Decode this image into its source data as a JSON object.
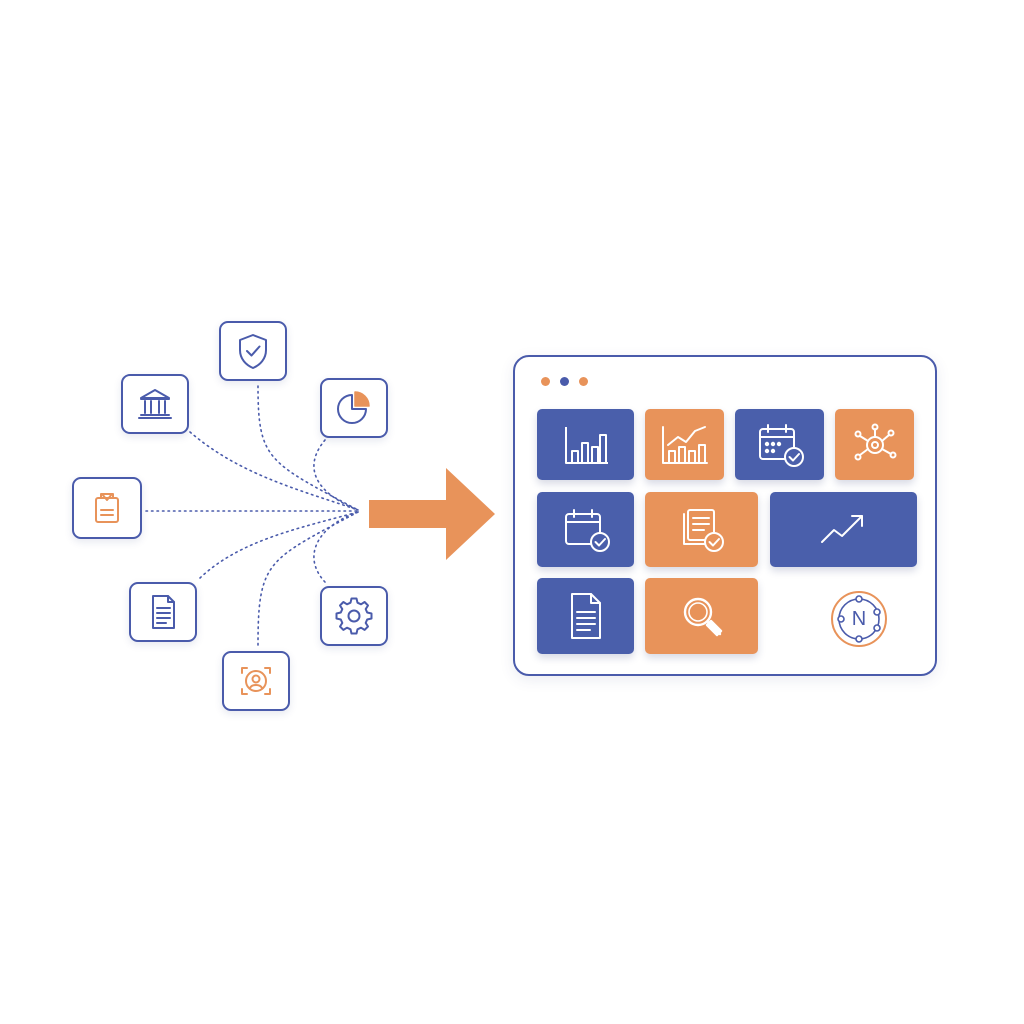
{
  "colors": {
    "brand_blue": "#4a5bab",
    "tile_blue": "#4a5fab",
    "brand_orange": "#e8935a",
    "connector": "#4a5bab",
    "background": "#ffffff"
  },
  "sources": [
    {
      "name": "shield-check",
      "icon": "shield-check-icon"
    },
    {
      "name": "bank",
      "icon": "bank-icon"
    },
    {
      "name": "pie-chart",
      "icon": "pie-chart-icon"
    },
    {
      "name": "clipboard",
      "icon": "clipboard-icon"
    },
    {
      "name": "document",
      "icon": "document-icon"
    },
    {
      "name": "gear",
      "icon": "gear-icon"
    },
    {
      "name": "face-scan",
      "icon": "face-scan-icon"
    }
  ],
  "dashboard": {
    "window_dots": [
      "#e8935a",
      "#4a5bab",
      "#e8935a"
    ],
    "tiles": [
      {
        "icon": "bar-chart-icon",
        "color": "blue"
      },
      {
        "icon": "line-bar-chart-icon",
        "color": "orange"
      },
      {
        "icon": "calendar-check-icon",
        "color": "blue"
      },
      {
        "icon": "network-gear-icon",
        "color": "orange"
      },
      {
        "icon": "calendar-check-icon",
        "color": "blue"
      },
      {
        "icon": "stacked-docs-check-icon",
        "color": "orange"
      },
      {
        "icon": "trend-up-icon",
        "color": "blue"
      },
      {
        "icon": "document-icon",
        "color": "blue"
      },
      {
        "icon": "magnifier-icon",
        "color": "orange"
      }
    ],
    "badge_letter": "N"
  }
}
